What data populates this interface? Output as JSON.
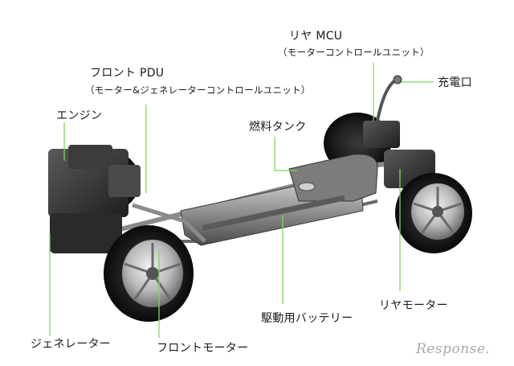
{
  "labels": {
    "rear_mcu": "リヤ MCU",
    "rear_mcu_sub": "（モーターコントロールユニット）",
    "charge_port": "充電口",
    "front_pdu": "フロント PDU",
    "front_pdu_sub": "（モーター&ジェネレーターコントロールユニット）",
    "engine": "エンジン",
    "fuel_tank": "燃料タンク",
    "drive_battery": "駆動用バッテリー",
    "rear_motor": "リヤモーター",
    "generator": "ジェネレーター",
    "front_motor": "フロントモーター"
  },
  "logo": "Response.",
  "colors": {
    "leader": "#7ed957",
    "label": "#1a1a1a",
    "logo": "#a9a9a9"
  }
}
